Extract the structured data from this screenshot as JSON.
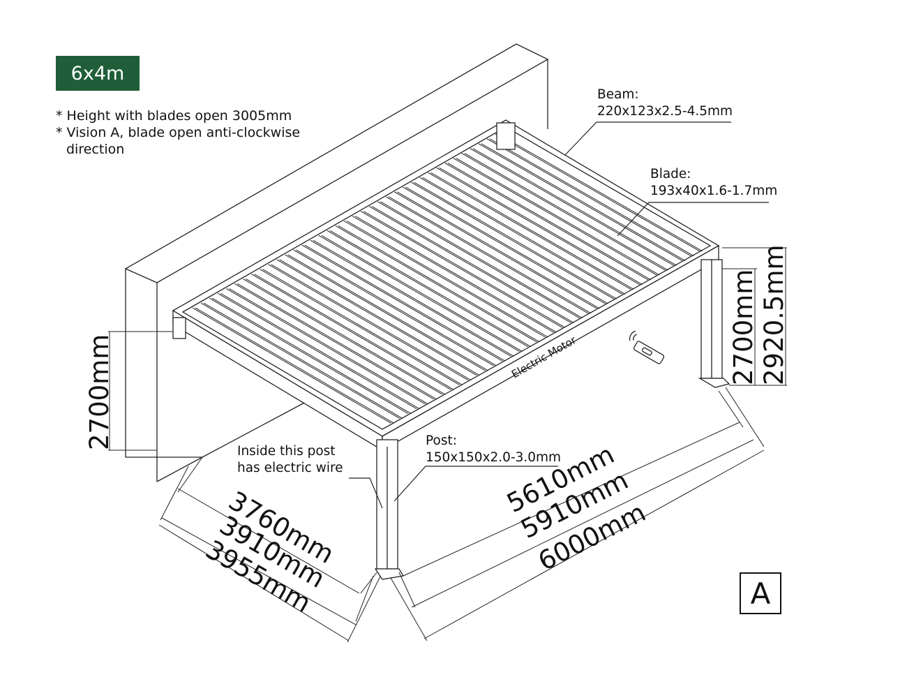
{
  "size_badge": "6x4m",
  "notes": [
    "* Height with blades open 3005mm",
    "* Vision A, blade open anti-clockwise",
    "direction"
  ],
  "callouts": {
    "beam": {
      "title": "Beam:",
      "spec": "220x123x2.5-4.5mm"
    },
    "blade": {
      "title": "Blade:",
      "spec": "193x40x1.6-1.7mm"
    },
    "post": {
      "title": "Post:",
      "spec": "150x150x2.0-3.0mm"
    },
    "wire": {
      "line1": "Inside this post",
      "line2": "has electric wire"
    }
  },
  "motor_label": "Electric Motor",
  "dimensions": {
    "left_height": "2700mm",
    "right_height": "2700mm",
    "right_total_height": "2920.5mm",
    "length_inner": "5610mm",
    "length_mid": "5910mm",
    "length_outer": "6000mm",
    "width_inner": "3760mm",
    "width_mid": "3910mm",
    "width_outer": "3955mm"
  },
  "vision_label": "A",
  "colors": {
    "badge": "#1f5e38",
    "line": "#222222"
  }
}
